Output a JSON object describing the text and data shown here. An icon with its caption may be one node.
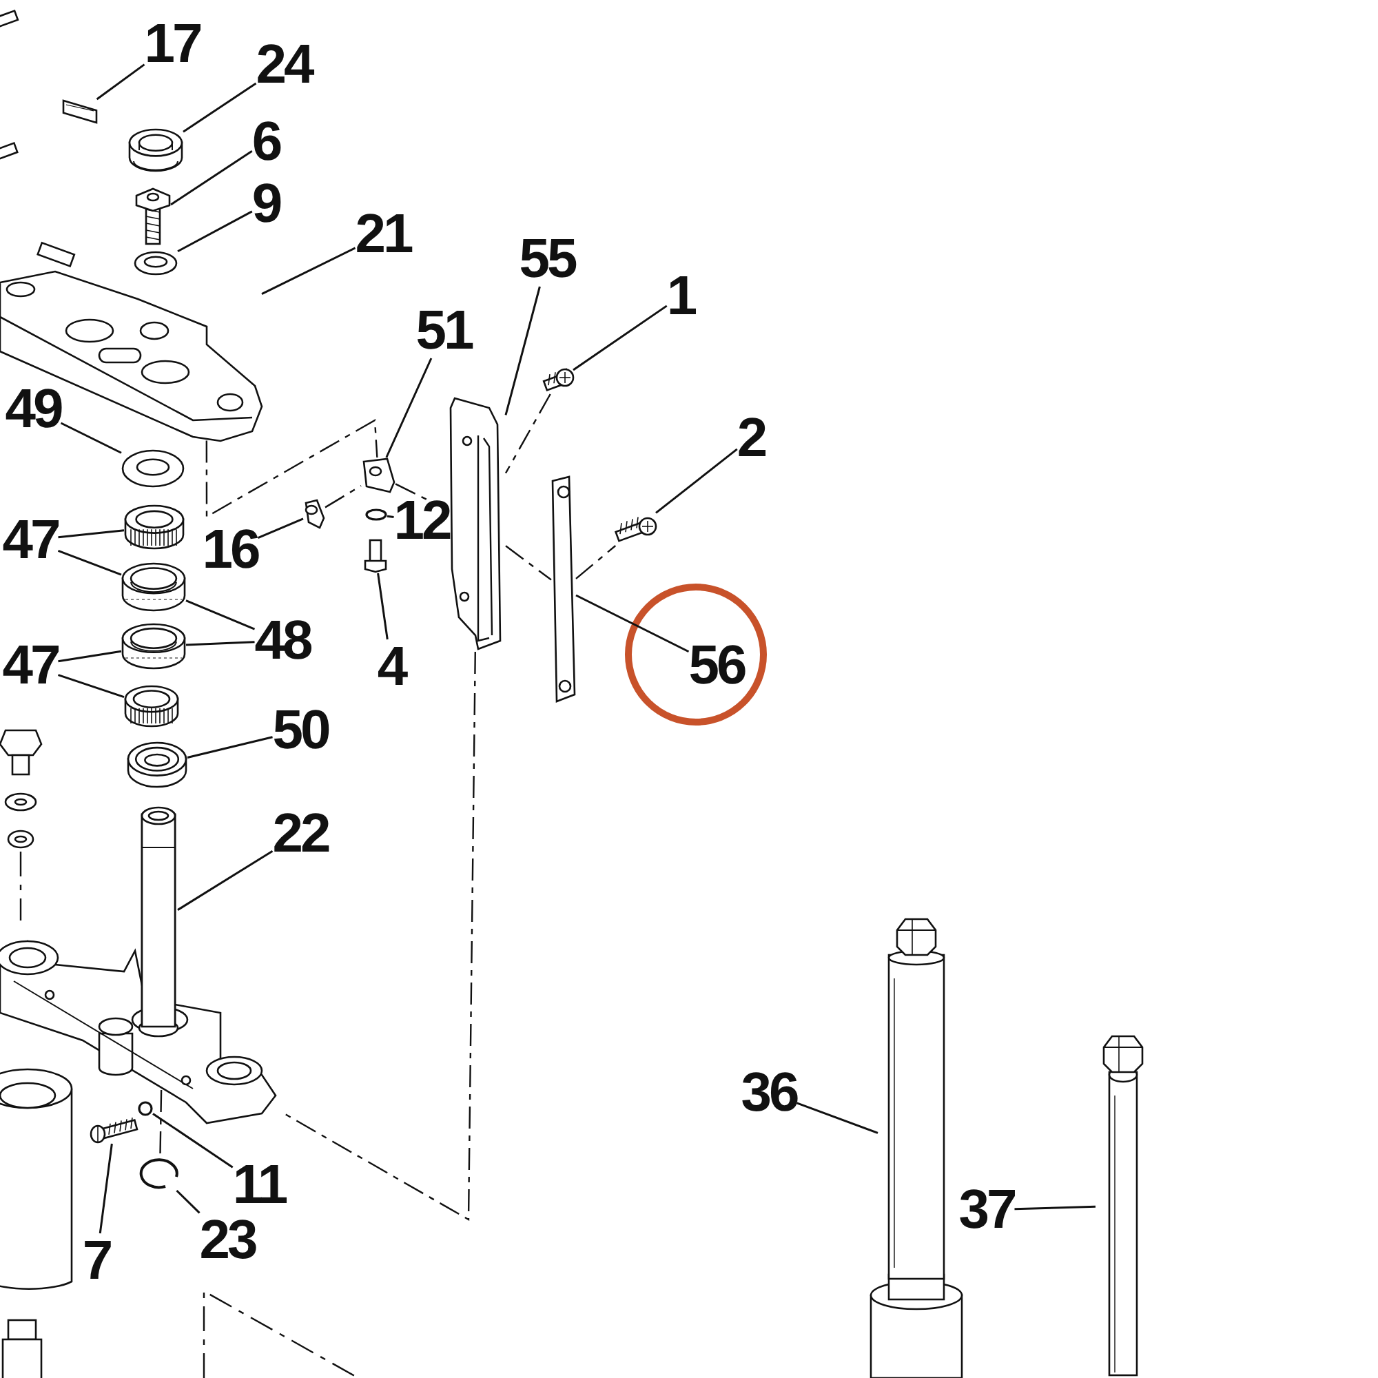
{
  "diagram": {
    "nodes": [
      {
        "text": [
          "17"
        ]
      },
      {
        "text": [
          "24"
        ]
      },
      {
        "text": [
          "6"
        ]
      },
      {
        "text": [
          "9"
        ]
      },
      {
        "text": [
          "21"
        ]
      },
      {
        "text": [
          "55"
        ]
      },
      {
        "text": [
          "1"
        ]
      },
      {
        "text": [
          "51"
        ]
      },
      {
        "text": [
          "49"
        ]
      },
      {
        "text": [
          "2"
        ]
      },
      {
        "text": [
          "12"
        ]
      },
      {
        "text": [
          "47"
        ]
      },
      {
        "text": [
          "16"
        ]
      },
      {
        "text": [
          "48"
        ]
      },
      {
        "text": [
          "4"
        ]
      },
      {
        "text": [
          "56"
        ]
      },
      {
        "text": [
          "47"
        ]
      },
      {
        "text": [
          "50"
        ]
      },
      {
        "text": [
          "22"
        ]
      },
      {
        "text": [
          "36"
        ]
      },
      {
        "text": [
          "11"
        ]
      },
      {
        "text": [
          "37"
        ]
      },
      {
        "text": [
          "23"
        ]
      },
      {
        "text": [
          "7"
        ]
      },
      {
        "text": [],
        "shape": "box"
      },
      {
        "text": [],
        "shape": "picture"
      },
      {
        "text": [],
        "shape": "picture"
      },
      {
        "text": [],
        "shape": "picture"
      },
      {
        "text": [],
        "shape": "picture"
      },
      {
        "text": [],
        "shape": "picture"
      },
      {
        "text": [],
        "shape": "picture"
      },
      {
        "text": [],
        "shape": "picture"
      },
      {
        "text": [],
        "shape": "picture"
      },
      {
        "text": [],
        "shape": "picture"
      },
      {
        "text": [],
        "shape": "circle"
      },
      {
        "text": [],
        "shape": "picture"
      },
      {
        "text": [],
        "shape": "picture"
      },
      {
        "text": [],
        "shape": "picture"
      },
      {
        "text": [],
        "shape": "picture"
      },
      {
        "text": [],
        "shape": "picture"
      },
      {
        "text": [],
        "shape": "picture"
      },
      {
        "text": [],
        "shape": "picture"
      },
      {
        "text": [],
        "shape": "picture"
      },
      {
        "text": [],
        "shape": "picture"
      },
      {
        "text": [],
        "shape": "picture"
      },
      {
        "text": [],
        "shape": "circle"
      },
      {
        "text": [],
        "shape": "picture"
      },
      {
        "text": [],
        "shape": "picture"
      },
      {
        "text": [],
        "shape": "picture"
      },
      {
        "text": [],
        "shape": "picture"
      }
    ],
    "edges": [
      {
        "from": 0,
        "to": 24,
        "arrow": "none"
      },
      {
        "from": 1,
        "to": 25,
        "arrow": "none"
      },
      {
        "from": 2,
        "to": 26,
        "arrow": "none"
      },
      {
        "from": 3,
        "to": 27,
        "arrow": "none"
      },
      {
        "from": 4,
        "to": 28,
        "arrow": "none"
      },
      {
        "from": 5,
        "to": 29,
        "arrow": "none"
      },
      {
        "from": 6,
        "to": 30,
        "arrow": "none"
      },
      {
        "from": 7,
        "to": 31,
        "arrow": "none"
      },
      {
        "from": 8,
        "to": 32,
        "arrow": "none"
      },
      {
        "from": 9,
        "to": 33,
        "arrow": "none"
      },
      {
        "from": 10,
        "to": 34,
        "arrow": "none"
      },
      {
        "from": 11,
        "to": 35,
        "arrow": "none"
      },
      {
        "from": 11,
        "to": 36,
        "arrow": "none"
      },
      {
        "from": 12,
        "to": 37,
        "arrow": "none"
      },
      {
        "from": 13,
        "to": 36,
        "arrow": "none"
      },
      {
        "from": 13,
        "to": 38,
        "arrow": "none"
      },
      {
        "from": 14,
        "to": 39,
        "arrow": "none"
      },
      {
        "from": 15,
        "to": 40,
        "arrow": "none"
      },
      {
        "from": 16,
        "to": 38,
        "arrow": "none"
      },
      {
        "from": 16,
        "to": 41,
        "arrow": "none"
      },
      {
        "from": 17,
        "to": 42,
        "arrow": "none"
      },
      {
        "from": 18,
        "to": 43,
        "arrow": "none"
      },
      {
        "from": 19,
        "to": 44,
        "arrow": "none"
      },
      {
        "from": 20,
        "to": 45,
        "arrow": "none"
      },
      {
        "from": 21,
        "to": 46,
        "arrow": "none"
      },
      {
        "from": 22,
        "to": 47,
        "arrow": "none"
      },
      {
        "from": 23,
        "to": 48,
        "arrow": "none"
      },
      {
        "from": 28,
        "to": 31,
        "arrow": "none",
        "style": "dashed"
      },
      {
        "from": 37,
        "to": 31,
        "arrow": "none",
        "style": "dashed"
      },
      {
        "from": 31,
        "to": 29,
        "arrow": "none",
        "style": "dashed"
      },
      {
        "from": 30,
        "to": 29,
        "arrow": "none",
        "style": "dashed"
      },
      {
        "from": 29,
        "to": 40,
        "arrow": "none",
        "style": "dashed"
      },
      {
        "from": 40,
        "to": 33,
        "arrow": "none",
        "style": "dashed"
      },
      {
        "from": 29,
        "to": 49,
        "arrow": "none",
        "style": "dashed"
      },
      {
        "from": 49,
        "to": 47,
        "arrow": "none",
        "style": "dashed"
      }
    ]
  }
}
